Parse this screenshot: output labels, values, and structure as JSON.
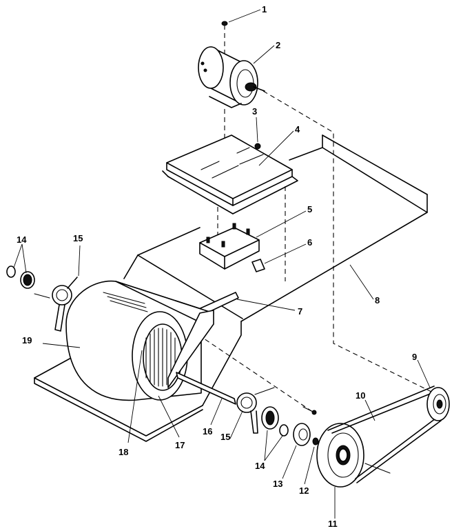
{
  "diagram": {
    "callouts": [
      "1",
      "2",
      "3",
      "4",
      "5",
      "6",
      "7",
      "8",
      "9",
      "10",
      "11",
      "12",
      "13",
      "14",
      "15",
      "16",
      "17",
      "18",
      "19"
    ]
  }
}
